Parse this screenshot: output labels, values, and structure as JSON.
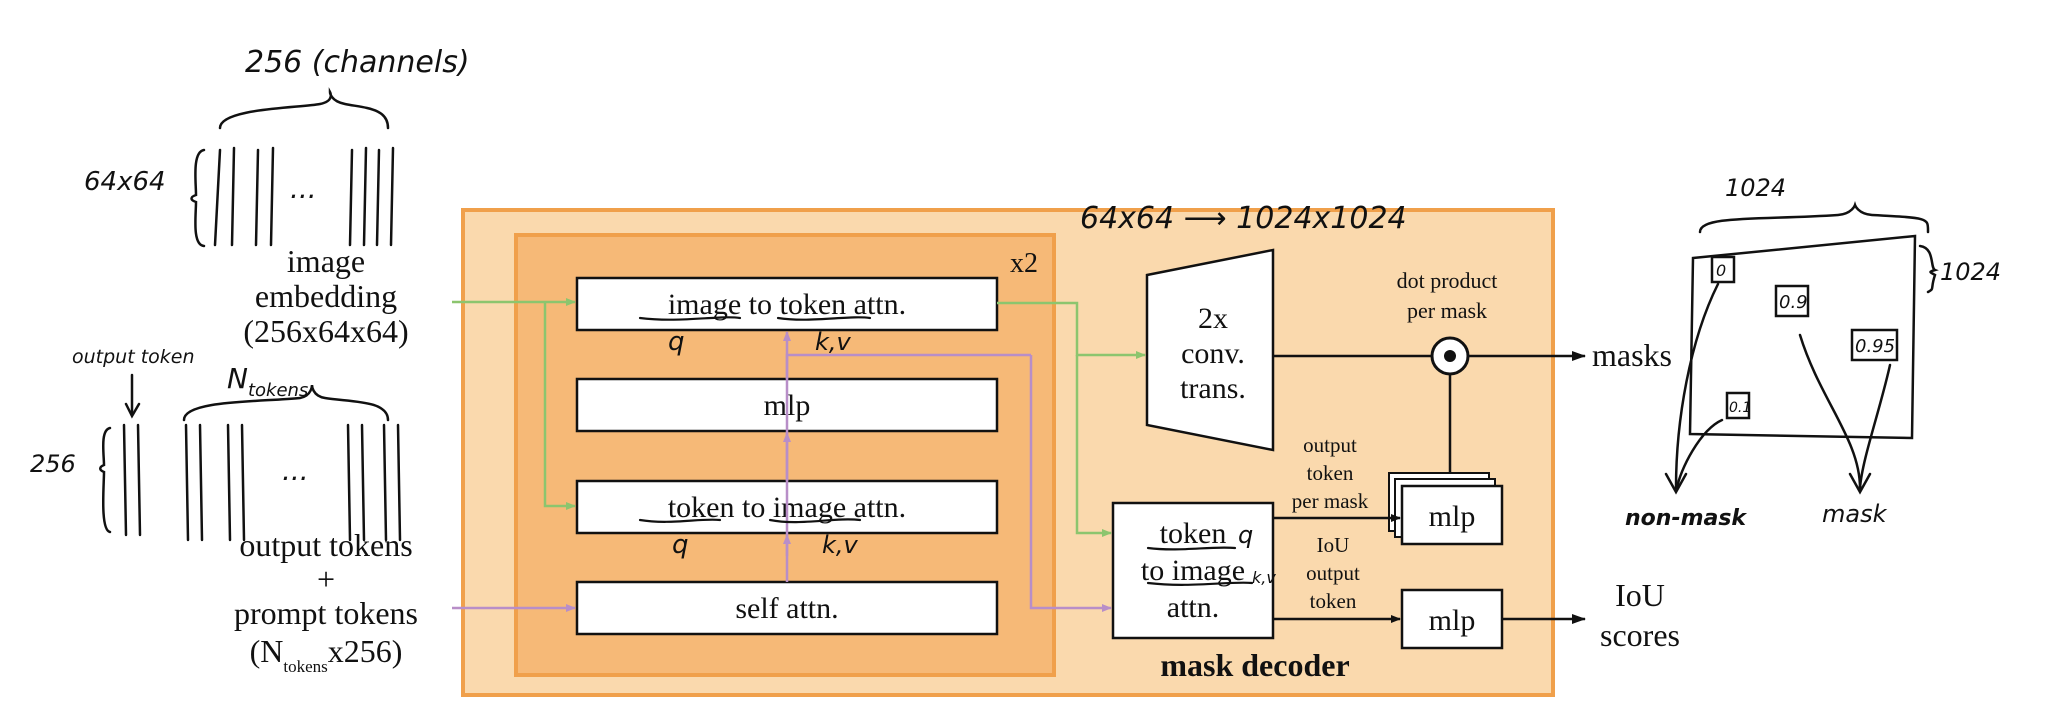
{
  "colors": {
    "outer_fill": "#fad9ad",
    "outer_stroke": "#f0a04b",
    "inner_fill": "#f6b977",
    "green_arrow": "#8cc56e",
    "purple_arrow": "#b88ec8",
    "ink": "#111111"
  },
  "left": {
    "image_embedding": [
      "image",
      "embedding",
      "(256x64x64)"
    ],
    "output_tokens_line1": "output tokens",
    "plus": "+",
    "prompt_tokens": "prompt tokens",
    "ntokens_open": "(N",
    "ntokens_sub": "tokens",
    "ntokens_close": "x256)"
  },
  "decoder": {
    "repeat": "x2",
    "blocks": {
      "image_to_token_a": "image",
      "image_to_token_b": " to ",
      "image_to_token_c": "token",
      "image_to_token_d": " attn.",
      "mlp": "mlp",
      "token_to_image_a": "token",
      "token_to_image_b": " to ",
      "token_to_image_c": "image",
      "token_to_image_d": " attn.",
      "self_attn": "self attn."
    },
    "conv": [
      "2x",
      "conv.",
      "trans."
    ],
    "tok2img": [
      "token",
      "to image",
      "attn."
    ],
    "dot_product": [
      "dot product",
      "per mask"
    ],
    "output_token_per_mask": [
      "output",
      "token",
      "per mask"
    ],
    "iou_output_token": [
      "IoU",
      "output",
      "token"
    ],
    "mlp_mask": "mlp",
    "mlp_iou": "mlp",
    "label": "mask decoder"
  },
  "outputs": {
    "masks": "masks",
    "iou_scores": [
      "IoU",
      "scores"
    ]
  },
  "annotations": {
    "channels": "256 (channels)",
    "grid_dim": "64x64",
    "dots": "...",
    "output_token": "output token",
    "n_tokens": "N",
    "n_tokens_sub": "tokens",
    "dim_256": "256",
    "upscale": "64x64 ⟶ 1024x1024",
    "q1": "q",
    "kv1": "k,v",
    "q2": "q",
    "kv2": "k,v",
    "q3": "q",
    "kv3": "k,v",
    "mask_width": "1024",
    "mask_height": "1024",
    "score_0": "0",
    "score_09": "0.9",
    "score_095": "0.95",
    "score_01": "0.1",
    "non_mask": "non-mask",
    "mask": "mask"
  }
}
